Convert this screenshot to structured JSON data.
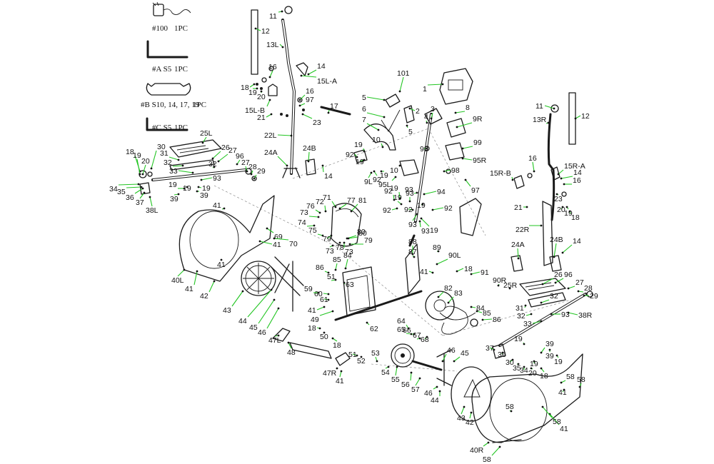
{
  "tools": [
    {
      "code": "#100",
      "qty": "1PC",
      "icon": "power-adapter-icon"
    },
    {
      "code": "#A S5",
      "qty": "1PC",
      "icon": "allen-key-icon"
    },
    {
      "code": "#B S10, 14, 17, 19",
      "qty": "1PC",
      "icon": "wrench-icon"
    },
    {
      "code": "#C S5",
      "qty": "1PC",
      "icon": "allen-key-icon"
    }
  ],
  "colors": {
    "leader": "#22c522",
    "line": "#1a1a1a",
    "background": "#ffffff"
  },
  "labels": [
    "11",
    "12",
    "13L",
    "14",
    "15L-A",
    "16",
    "18",
    "19",
    "20",
    "15L-B",
    "16",
    "97",
    "17",
    "21",
    "23",
    "22L",
    "24A",
    "24B",
    "14",
    "101",
    "1",
    "5",
    "2",
    "3",
    "4",
    "6",
    "7",
    "5",
    "9R",
    "8",
    "99",
    "98",
    "95R",
    "98",
    "97",
    "10",
    "19",
    "92",
    "19",
    "9L",
    "92",
    "19",
    "10",
    "95L",
    "11",
    "13R",
    "12",
    "16",
    "15R-A",
    "14",
    "15R-B",
    "16",
    "23",
    "20",
    "19",
    "18",
    "21",
    "22R",
    "24A",
    "24B",
    "14",
    "25L",
    "30",
    "26",
    "27",
    "96",
    "31",
    "32",
    "32",
    "18",
    "19",
    "20",
    "27",
    "28",
    "29",
    "33",
    "93",
    "34",
    "35",
    "36",
    "37",
    "38L",
    "19",
    "19",
    "39",
    "19",
    "39",
    "41",
    "69",
    "70",
    "41",
    "40L",
    "41",
    "42",
    "41",
    "43",
    "44",
    "45",
    "46",
    "71",
    "72",
    "77",
    "76",
    "81",
    "73",
    "74",
    "75",
    "79",
    "80",
    "73",
    "78",
    "73",
    "80",
    "79",
    "93",
    "94",
    "19",
    "92",
    "19",
    "92",
    "93",
    "92",
    "19",
    "93",
    "19",
    "92",
    "93",
    "88",
    "87",
    "89",
    "90L",
    "41",
    "86",
    "85",
    "84",
    "51",
    "60",
    "63",
    "61",
    "59",
    "49",
    "41",
    "18",
    "91",
    "90R",
    "25R",
    "82",
    "83",
    "26",
    "96",
    "27",
    "28",
    "29",
    "84",
    "85",
    "86",
    "31",
    "32",
    "32",
    "93",
    "33",
    "38R",
    "64",
    "65",
    "66",
    "67",
    "68",
    "62",
    "18",
    "50",
    "18",
    "47L",
    "48",
    "51",
    "52",
    "53",
    "54",
    "55",
    "56",
    "57",
    "47R",
    "41",
    "46",
    "44",
    "45",
    "46",
    "37",
    "36",
    "19",
    "39",
    "30",
    "35",
    "34",
    "20",
    "19",
    "18",
    "39",
    "19",
    "58",
    "41",
    "58",
    "43",
    "42",
    "58",
    "41",
    "58",
    "40R",
    "58"
  ]
}
